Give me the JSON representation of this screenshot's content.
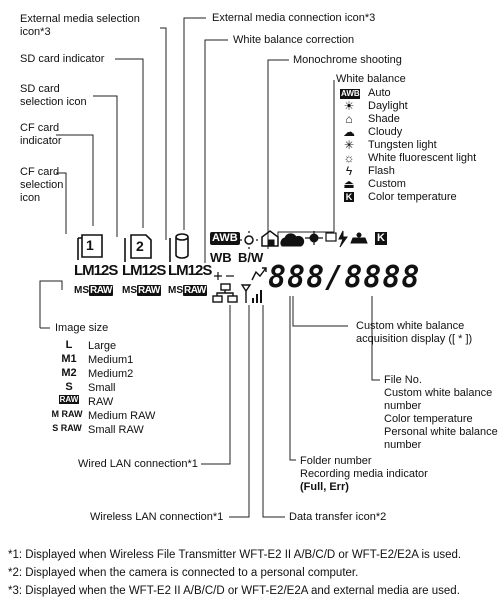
{
  "callouts": {
    "external_media_selection_icon": "External media selection\nicon*3",
    "external_media_connection_icon": "External media connection icon*3",
    "white_balance_correction": "White balance correction",
    "sd_card_indicator": "SD card indicator",
    "monochrome_shooting": "Monochrome shooting",
    "sd_card_selection_icon": "SD card\nselection icon",
    "cf_card_indicator": "CF card\nindicator",
    "cf_card_selection_icon": "CF card\nselection\nicon",
    "image_size": "Image size",
    "custom_wb_acquisition": "Custom white balance\nacquisition display ([ * ])",
    "file_no": "File No.\nCustom white balance\nnumber\nColor temperature\nPersonal white balance\nnumber",
    "wired_lan": "Wired LAN connection*1",
    "folder_number": "Folder number\nRecording media indicator",
    "folder_number_values": "(Full, Err)",
    "wireless_lan": "Wireless LAN connection*1",
    "data_transfer_icon": "Data transfer icon*2"
  },
  "white_balance": {
    "title": "White balance",
    "items": [
      {
        "icon": "auto-wb-icon",
        "label": "Auto"
      },
      {
        "icon": "daylight-icon",
        "label": "Daylight"
      },
      {
        "icon": "shade-icon",
        "label": "Shade"
      },
      {
        "icon": "cloudy-icon",
        "label": "Cloudy"
      },
      {
        "icon": "tungsten-icon",
        "label": "Tungsten light"
      },
      {
        "icon": "fluorescent-icon",
        "label": "White fluorescent light"
      },
      {
        "icon": "flash-icon",
        "label": "Flash"
      },
      {
        "icon": "custom-wb-icon",
        "label": "Custom"
      },
      {
        "icon": "color-temperature-icon",
        "label": "Color temperature"
      }
    ]
  },
  "image_sizes": [
    {
      "code": "L",
      "label": "Large"
    },
    {
      "code": "M1",
      "label": "Medium1"
    },
    {
      "code": "M2",
      "label": "Medium2"
    },
    {
      "code": "S",
      "label": "Small"
    },
    {
      "code": "RAW",
      "label": "RAW"
    },
    {
      "code": "M RAW",
      "label": "Medium RAW"
    },
    {
      "code": "S RAW",
      "label": "Small RAW"
    }
  ],
  "lcd": {
    "card1": "1",
    "card2": "2",
    "size_label": "LM12S",
    "ms_label": "MS",
    "raw_label": "RAW",
    "awb_label": "AWB",
    "wb_label": "WB",
    "bw_label": "B/W",
    "k_label": "K",
    "plus_minus": "+/–",
    "digits": "888/8888"
  },
  "footnotes": [
    "*1: Displayed when Wireless File Transmitter WFT-E2 II A/B/C/D or WFT-E2/E2A is used.",
    "*2: Displayed when the camera is connected to a personal computer.",
    "*3: Displayed when the WFT-E2 II A/B/C/D or WFT-E2/E2A and external media are used."
  ]
}
